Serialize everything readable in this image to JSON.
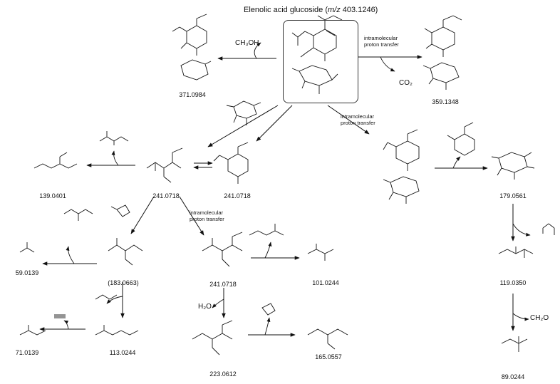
{
  "title": {
    "prefix": "Elenolic acid glucoside (",
    "mz_italic": "m/z",
    "suffix": " 403.1246)"
  },
  "losses": {
    "methanol": "CH₃OH",
    "co2": "CO₂",
    "h2o": "H₂O",
    "ch2o": "CH₂O"
  },
  "reactions": {
    "proton_transfer_1": [
      "intramolecular",
      "proton transfer"
    ],
    "proton_transfer_2": [
      "intramolecular",
      "proton transfer"
    ],
    "proton_transfer_3": [
      "intramolecular",
      "proton transfer"
    ]
  },
  "fragments": {
    "f371": "371.0984",
    "f359": "359.1348",
    "f139": "139.0401",
    "f241a": "241.0718",
    "f241b": "241.0718",
    "f179": "179.0561",
    "f59": "59.0139",
    "f183": "(183.0663)",
    "f241c": "241.0718",
    "f101": "101.0244",
    "f119": "119.0350",
    "f71": "71.0139",
    "f113": "113.0244",
    "f223": "223.0612",
    "f165": "165.0557",
    "f89": "89.0244"
  }
}
